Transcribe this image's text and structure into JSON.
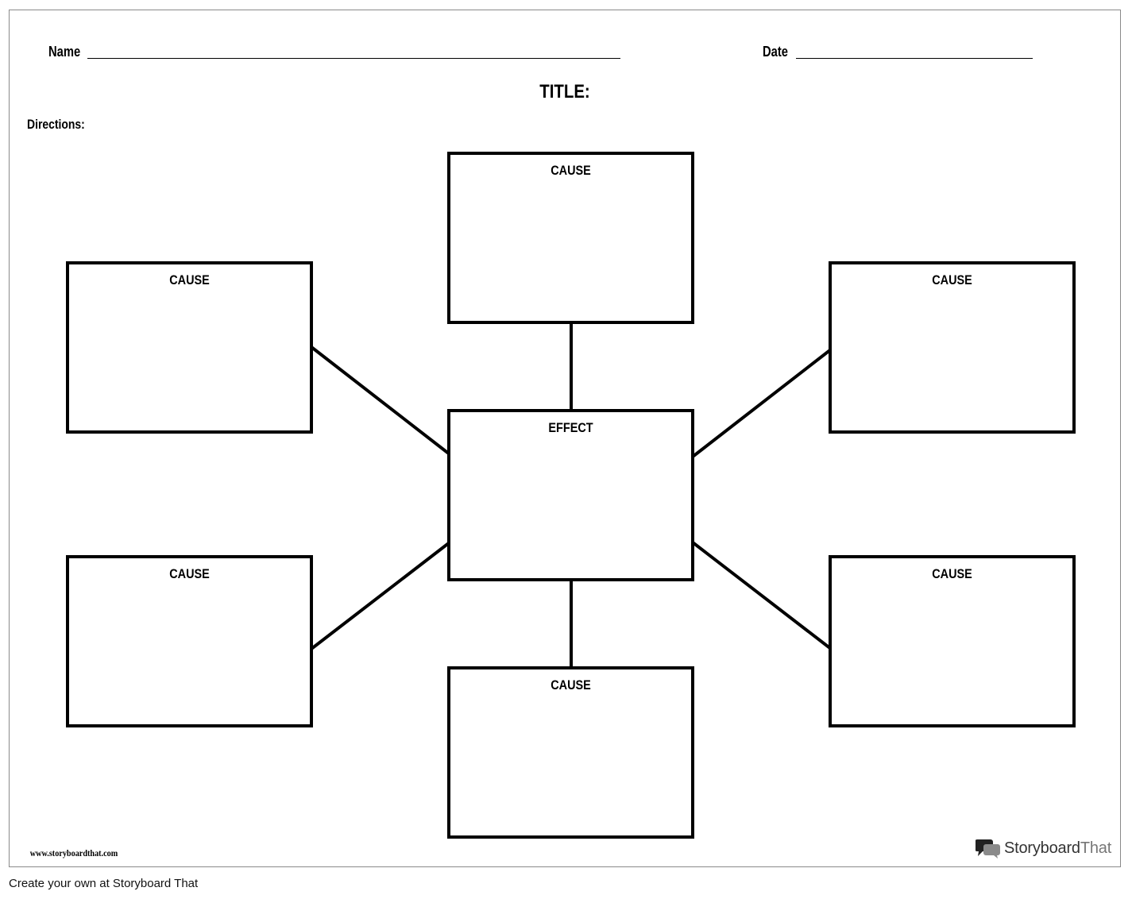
{
  "header": {
    "name_label": "Name",
    "date_label": "Date",
    "title_label": "TITLE:",
    "directions_label": "Directions:"
  },
  "diagram": {
    "center": {
      "label": "EFFECT"
    },
    "causes": [
      {
        "label": "CAUSE"
      },
      {
        "label": "CAUSE"
      },
      {
        "label": "CAUSE"
      },
      {
        "label": "CAUSE"
      },
      {
        "label": "CAUSE"
      },
      {
        "label": "CAUSE"
      }
    ]
  },
  "footer": {
    "site_url": "www.storyboardthat.com",
    "logo_text_dark": "Storyboard",
    "logo_text_light": "That",
    "credit": "Create your own at Storyboard That"
  },
  "colors": {
    "ink": "#000000",
    "sheet_border": "#8a8a8a",
    "logo_dark": "#333333",
    "logo_light": "#777777"
  },
  "icons": {
    "logo": "speech-bubbles-icon"
  }
}
